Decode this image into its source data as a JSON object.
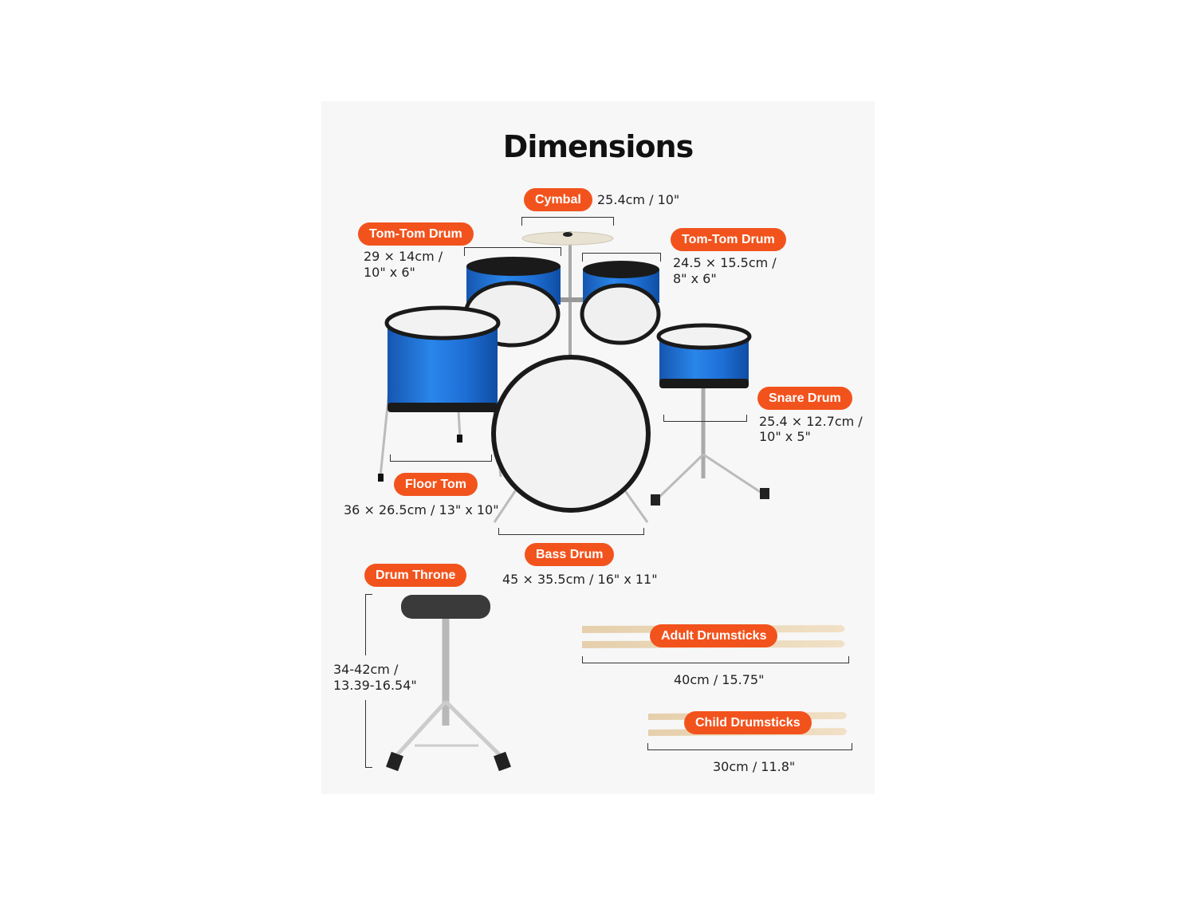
{
  "title": "Dimensions",
  "colors": {
    "accent": "#f2531d",
    "drum_shell": "#1f73d8",
    "hoop": "#1a1a1a",
    "head": "#f2f2f2",
    "panel": "#f7f7f7",
    "wood": "#ead7b8"
  },
  "items": {
    "cymbal": {
      "label": "Cymbal",
      "dims": "25.4cm / 10\""
    },
    "tom_left": {
      "label": "Tom-Tom Drum",
      "dims_line1": "29 × 14cm /",
      "dims_line2": "10\" x 6\""
    },
    "tom_right": {
      "label": "Tom-Tom Drum",
      "dims_line1": "24.5 × 15.5cm /",
      "dims_line2": "8\" x 6\""
    },
    "snare": {
      "label": "Snare Drum",
      "dims_line1": "25.4 × 12.7cm /",
      "dims_line2": "10\" x 5\""
    },
    "floor_tom": {
      "label": "Floor Tom",
      "dims": "36 × 26.5cm / 13\" x 10\""
    },
    "bass": {
      "label": "Bass Drum",
      "dims": "45 × 35.5cm / 16\" x 11\""
    },
    "throne": {
      "label": "Drum Throne",
      "dims_line1": "34-42cm /",
      "dims_line2": "13.39-16.54\""
    },
    "adult_sticks": {
      "label": "Adult Drumsticks",
      "dims": "40cm / 15.75\""
    },
    "child_sticks": {
      "label": "Child Drumsticks",
      "dims": "30cm / 11.8\""
    }
  }
}
